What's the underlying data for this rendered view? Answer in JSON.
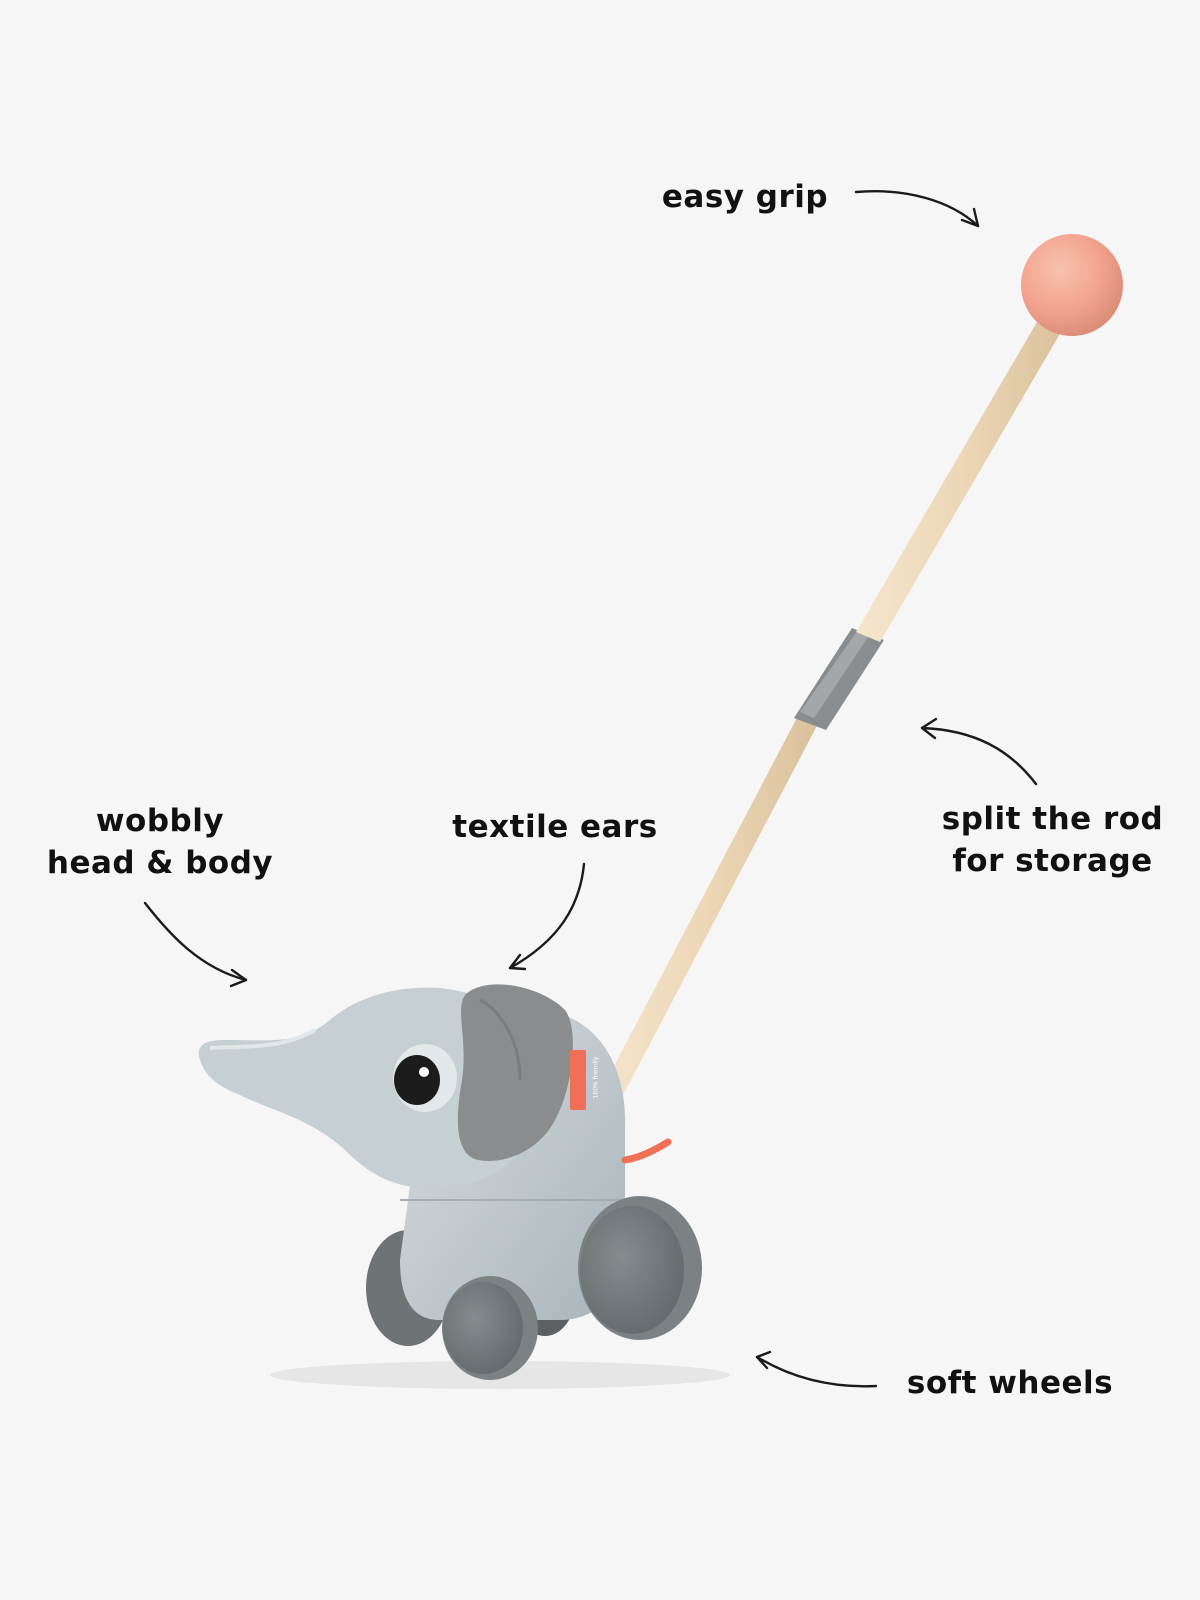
{
  "callouts": {
    "easy_grip": "easy grip",
    "wobbly_line1": "wobbly",
    "wobbly_line2": "head & body",
    "textile_ears": "textile ears",
    "split_line1": "split the rod",
    "split_line2": "for storage",
    "soft_wheels": "soft wheels"
  },
  "tag_text": "100% friendly",
  "colors": {
    "background": "#f6f6f6",
    "knob": "#f2a28c",
    "rod": "#ecd7b6",
    "body": "#b8c3c9",
    "ear": "#8a8c8e",
    "wheel": "#74797c",
    "tag": "#ef6f57",
    "text": "#111111"
  }
}
